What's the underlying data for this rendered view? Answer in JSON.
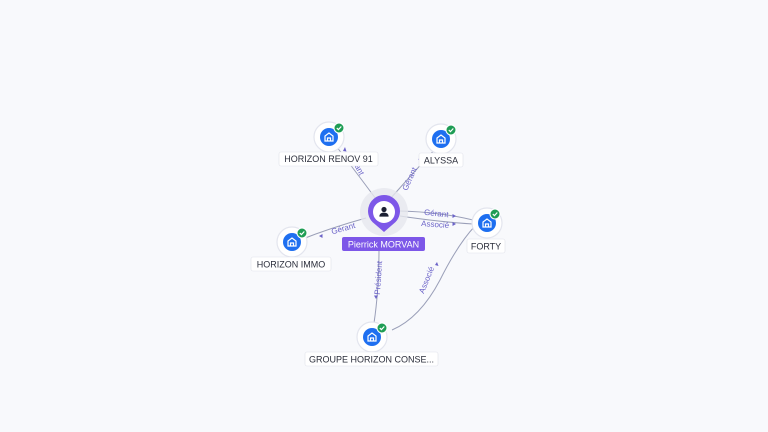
{
  "graph": {
    "center": {
      "id": "person",
      "label": "Pierrick MORVAN",
      "icon": "person-icon",
      "color": "#7d57e8"
    },
    "nodes": [
      {
        "id": "renov",
        "label": "HORIZON RENOV 91",
        "icon": "building-icon",
        "verified": true
      },
      {
        "id": "alyssa",
        "label": "ALYSSA",
        "icon": "building-icon",
        "verified": true
      },
      {
        "id": "immo",
        "label": "HORIZON IMMO",
        "icon": "building-icon",
        "verified": true
      },
      {
        "id": "forty",
        "label": "FORTY",
        "icon": "building-icon",
        "verified": true
      },
      {
        "id": "groupe",
        "label": "GROUPE HORIZON CONSE...",
        "icon": "building-icon",
        "verified": true
      }
    ],
    "edges": [
      {
        "from": "person",
        "to": "renov",
        "label": "Gérant"
      },
      {
        "from": "person",
        "to": "alyssa",
        "label": "Gérant"
      },
      {
        "from": "person",
        "to": "immo",
        "label": "Gérant"
      },
      {
        "from": "person",
        "to": "forty",
        "label": "Gérant"
      },
      {
        "from": "person",
        "to": "forty",
        "label": "Associé"
      },
      {
        "from": "person",
        "to": "groupe",
        "label": "Président"
      },
      {
        "from": "groupe",
        "to": "forty",
        "label": "Associé"
      }
    ],
    "colors": {
      "company": "#1e6ff0",
      "verified": "#1f9d55",
      "edge_label": "#6b63c8",
      "edge": "#9a9fb8"
    }
  }
}
